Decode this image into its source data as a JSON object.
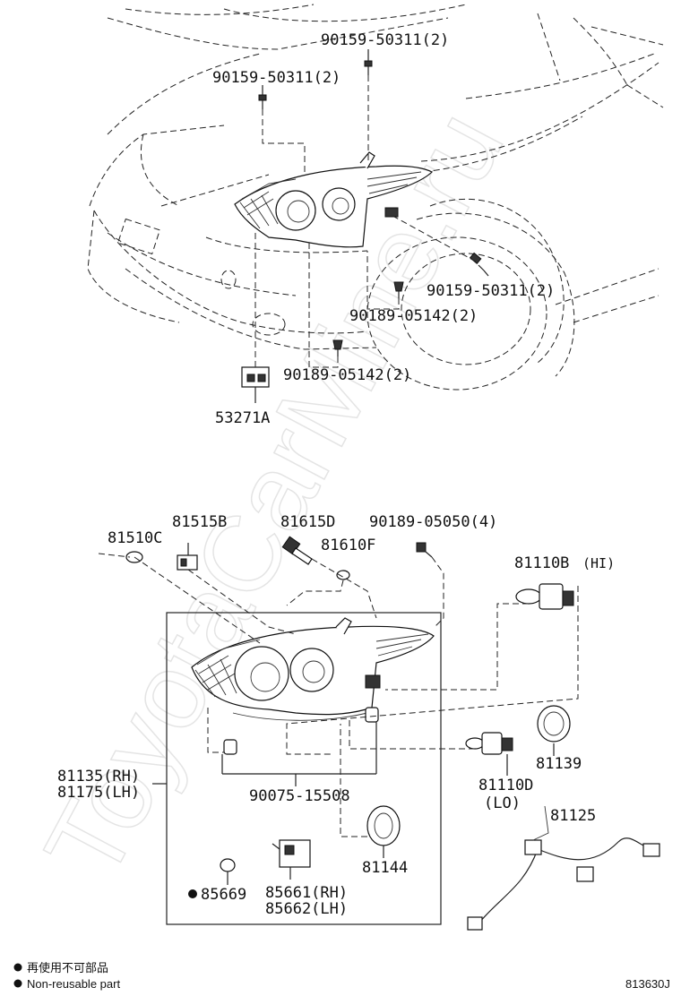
{
  "watermark": "ToyotaCarMine.ru",
  "top_assembly": {
    "callouts": [
      {
        "id": "bolt_top_right",
        "part": "90159-50311(2)"
      },
      {
        "id": "bolt_top_left",
        "part": "90159-50311(2)"
      },
      {
        "id": "bolt_right",
        "part": "90159-50311(2)"
      },
      {
        "id": "clip_mid",
        "part": "90189-05142(2)"
      },
      {
        "id": "clip_low",
        "part": "90189-05142(2)"
      },
      {
        "id": "bracket",
        "part": "53271A"
      }
    ]
  },
  "bottom_assembly": {
    "callouts": [
      {
        "id": "bulb_small",
        "part": "81510C"
      },
      {
        "id": "socket",
        "part": "81515B"
      },
      {
        "id": "side_bulb",
        "part": "81615D"
      },
      {
        "id": "cap",
        "part": "81610F"
      },
      {
        "id": "screws",
        "part": "90189-05050(4)"
      },
      {
        "id": "hi_bulb",
        "part": "81110B",
        "suffix": "(HI)"
      },
      {
        "id": "housing_rh",
        "part": "81135(RH)"
      },
      {
        "id": "housing_lh",
        "part": "81175(LH)"
      },
      {
        "id": "grommet",
        "part": "90075-15508"
      },
      {
        "id": "lo_bulb",
        "part": "81110D"
      },
      {
        "id": "lo_suffix",
        "part": "(LO)"
      },
      {
        "id": "ring_cap",
        "part": "81139"
      },
      {
        "id": "harness",
        "part": "81125"
      },
      {
        "id": "cover",
        "part": "81144"
      },
      {
        "id": "oring",
        "part": "85669"
      },
      {
        "id": "actuator_rh",
        "part": "85661(RH)"
      },
      {
        "id": "actuator_lh",
        "part": "85662(LH)"
      }
    ]
  },
  "legend": {
    "line1": "再使用不可部品",
    "line2": "Non-reusable part"
  },
  "figure_code": "813630J"
}
